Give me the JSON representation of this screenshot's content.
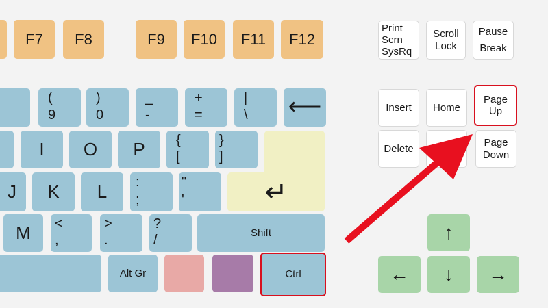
{
  "function_keys": {
    "f7": "F7",
    "f8": "F8",
    "f9": "F9",
    "f10": "F10",
    "f11": "F11",
    "f12": "F12"
  },
  "nav_top": {
    "print_line1": "Print",
    "print_line2": "Scrn",
    "print_line3": "SysRq",
    "scroll_line1": "Scroll",
    "scroll_line2": "Lock",
    "pause_line1": "Pause",
    "pause_line2": "Break"
  },
  "nav_block": {
    "insert": "Insert",
    "home": "Home",
    "pageup_line1": "Page",
    "pageup_line2": "Up",
    "delete": "Delete",
    "pagedown_line1": "Page",
    "pagedown_line2": "Down"
  },
  "number_row": {
    "k9_top": "(",
    "k9_bottom": "9",
    "k0_top": ")",
    "k0_bottom": "0",
    "minus_top": "_",
    "minus_bottom": "-",
    "equals_top": "+",
    "equals_bottom": "=",
    "pipe_top": "|",
    "pipe_bottom": "\\",
    "backspace": "⟵"
  },
  "qwerty_row": {
    "i": "I",
    "o": "O",
    "p": "P",
    "lbrace_top": "{",
    "lbrace_bottom": "[",
    "rbrace_top": "}",
    "rbrace_bottom": "]"
  },
  "home_row": {
    "j": "J",
    "k": "K",
    "l": "L",
    "colon_top": ":",
    "colon_bottom": ";",
    "quote_top": "\"",
    "quote_bottom": "'",
    "enter": "↵"
  },
  "bottom_row": {
    "m": "M",
    "lt_top": "<",
    "lt_bottom": ",",
    "gt_top": ">",
    "gt_bottom": ".",
    "q_top": "?",
    "q_bottom": "/",
    "shift": "Shift"
  },
  "space_row": {
    "altgr": "Alt Gr",
    "ctrl": "Ctrl"
  },
  "arrows": {
    "up": "↑",
    "left": "←",
    "down": "↓",
    "right": "→"
  },
  "colors": {
    "highlight": "#d8101e",
    "letter_keys": "#9cc5d6",
    "function_keys": "#f0c283",
    "enter_key": "#f1f0c4",
    "arrow_keys": "#a8d5a8"
  }
}
